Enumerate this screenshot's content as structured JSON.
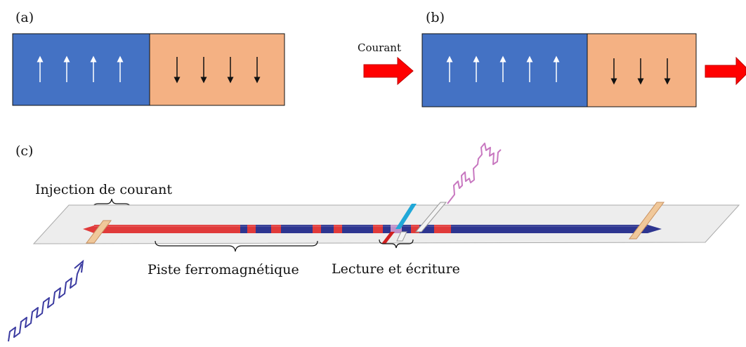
{
  "panel_a": {
    "label": "(a)",
    "domains": [
      {
        "color": "#4472c4",
        "arrow_dir": "up",
        "arrow_color": "#ffffff",
        "arrow_count": 4
      },
      {
        "color": "#f4b183",
        "arrow_dir": "down",
        "arrow_color": "#111111",
        "arrow_count": 4
      }
    ]
  },
  "panel_b": {
    "label": "(b)",
    "current_label": "Courant",
    "arrow_color": "#ff0000",
    "domains": [
      {
        "color": "#4472c4",
        "arrow_dir": "up",
        "arrow_color": "#ffffff",
        "arrow_count": 5
      },
      {
        "color": "#f4b183",
        "arrow_dir": "down",
        "arrow_color": "#111111",
        "arrow_count": 3
      }
    ]
  },
  "panel_c": {
    "label": "(c)",
    "injection_label": "Injection  de courant",
    "track_label": "Piste ferromagnétique",
    "readwrite_label": "Lecture  et  écriture",
    "colors": {
      "track_red": "#e03a3a",
      "track_blue": "#2d3590",
      "read_head": "#20a8d8",
      "write_head": "#d02020",
      "contact": "#f0c89a",
      "input_signal": "#3a3aa0",
      "output_signal": "#c878c0",
      "platform": "#ededed"
    }
  }
}
